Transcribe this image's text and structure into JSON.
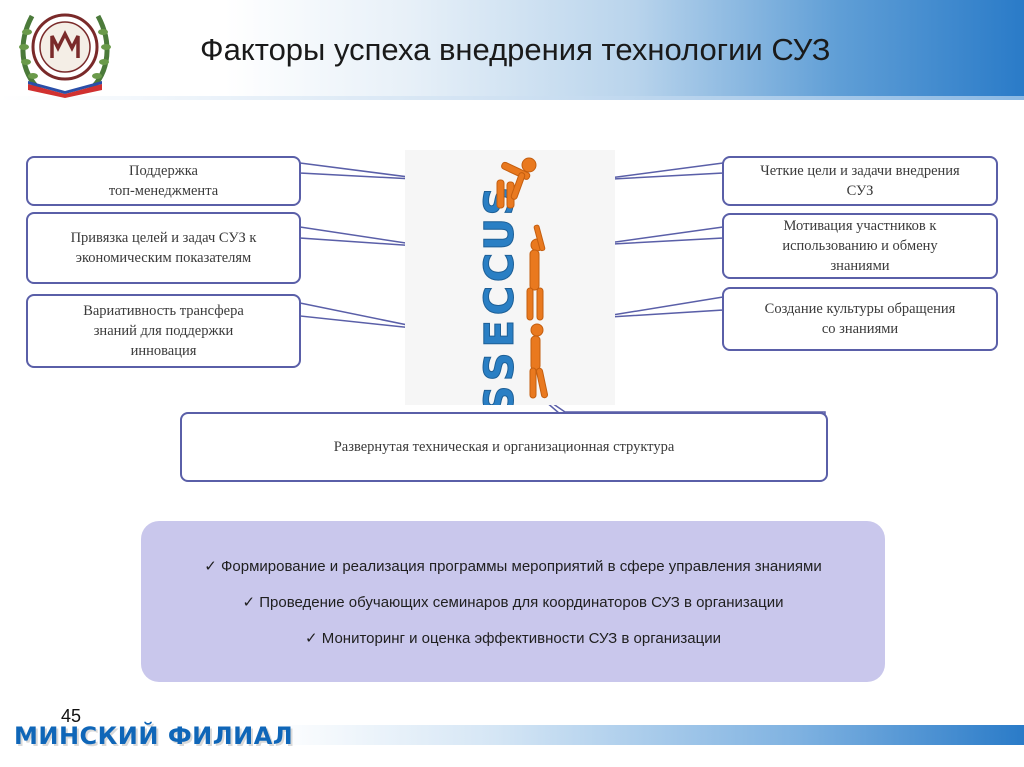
{
  "slide": {
    "title": "Факторы успеха внедрения технологии СУЗ",
    "page_number": "45",
    "footer_label": "МИНСКИЙ ФИЛИАЛ"
  },
  "factors_left": [
    {
      "text": "Поддержка\nтоп-менеджмента"
    },
    {
      "text": "Привязка целей и задач СУЗ к\nэкономическим показателям"
    },
    {
      "text": "Вариативность трансфера\nзнаний для поддержки\nинновация"
    }
  ],
  "factors_right": [
    {
      "text": "Четкие цели и задачи внедрения\nСУЗ"
    },
    {
      "text": "Мотивация участников к\nиспользованию и обмену\nзнаниями"
    },
    {
      "text": "Создание культуры обращения\nсо знаниями"
    }
  ],
  "factor_bottom": {
    "text": "Развернутая техническая и организационная структура"
  },
  "figure": {
    "word": "SUCCESS",
    "word_color": "#2a7fc4",
    "figurine_color": "#e9791f"
  },
  "bottom_panel": {
    "items": [
      "✓ Формирование и реализация программы мероприятий в сфере управления знаниями",
      "✓ Проведение обучающих семинаров для координаторов СУЗ в организации",
      "✓ Мониторинг и оценка эффективности СУЗ в организации"
    ],
    "background_color": "#c9c7ec"
  },
  "colors": {
    "box_border": "#5a5fa8",
    "header_blue": "#2a7bc8",
    "footer_text": "#0f66b8"
  }
}
